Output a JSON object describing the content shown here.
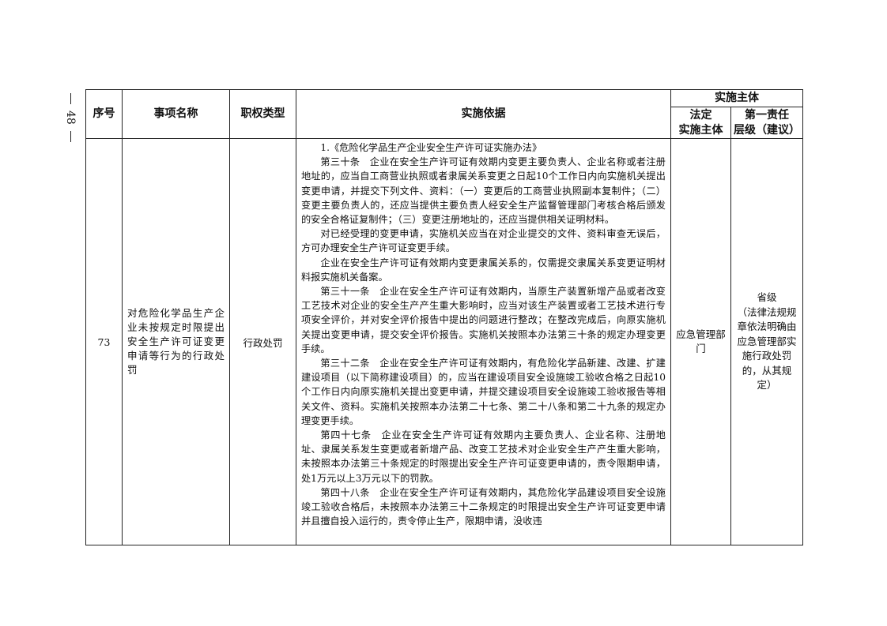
{
  "page_number": "48",
  "headers": {
    "seq": "序号",
    "name": "事项名称",
    "type": "职权类型",
    "basis": "实施依据",
    "subject": "实施主体",
    "legal_subject": "法定\n实施主体",
    "responsibility_level": "第一责任\n层级（建议）"
  },
  "row": {
    "seq": "73",
    "name": "对危险化学品生产企业未按规定时限提出安全生产许可证变更申请等行为的行政处罚",
    "type": "行政处罚",
    "legal_subject": "应急管理部门",
    "responsibility_level": "省级\n（法律法规规章依法明确由应急管理部实施行政处罚的，从其规定）",
    "basis_paragraphs": [
      "1.《危险化学品生产企业安全生产许可证实施办法》",
      "第三十条　企业在安全生产许可证有效期内变更主要负责人、企业名称或者注册地址的，应当自工商营业执照或者隶属关系变更之日起10个工作日内向实施机关提出变更申请，并提交下列文件、资料：（一）变更后的工商营业执照副本复制件；（二）变更主要负责人的，还应当提供主要负责人经安全生产监督管理部门考核合格后颁发的安全合格证复制件；（三）变更注册地址的，还应当提供相关证明材料。",
      "对已经受理的变更申请，实施机关应当在对企业提交的文件、资料审查无误后，方可办理安全生产许可证变更手续。",
      "企业在安全生产许可证有效期内变更隶属关系的，仅需提交隶属关系变更证明材料报实施机关备案。",
      "第三十一条　企业在安全生产许可证有效期内，当原生产装置新增产品或者改变工艺技术对企业的安全生产产生重大影响时，应当对该生产装置或者工艺技术进行专项安全评价，并对安全评价报告中提出的问题进行整改；在整改完成后，向原实施机关提出变更申请，提交安全评价报告。实施机关按照本办法第三十条的规定办理变更手续。",
      "第三十二条　企业在安全生产许可证有效期内，有危险化学品新建、改建、扩建建设项目（以下简称建设项目）的，应当在建设项目安全设施竣工验收合格之日起10个工作日内向原实施机关提出变更申请，并提交建设项目安全设施竣工验收报告等相关文件、资料。实施机关按照本办法第二十七条、第二十八条和第二十九条的规定办理变更手续。",
      "第四十七条　企业在安全生产许可证有效期内主要负责人、企业名称、注册地址、隶属关系发生变更或者新增产品、改变工艺技术对企业安全生产产生重大影响，未按照本办法第三十条规定的时限提出安全生产许可证变更申请的，责令限期申请，处1万元以上3万元以下的罚款。",
      "第四十八条　企业在安全生产许可证有效期内，其危险化学品建设项目安全设施竣工验收合格后，未按照本办法第三十二条规定的时限提出安全生产许可证变更申请并且擅自投入运行的，责令停止生产，限期申请，没收违"
    ]
  }
}
